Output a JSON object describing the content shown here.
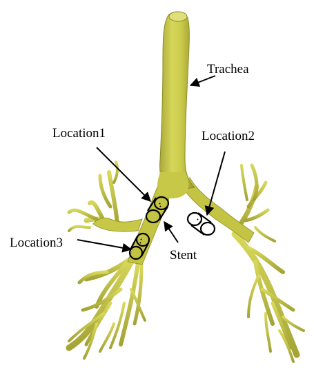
{
  "labels": {
    "trachea": "Trachea",
    "location1": "Location1",
    "location2": "Location2",
    "location3": "Location3",
    "stent": "Stent"
  },
  "colors": {
    "airway": "#cccc4c",
    "airway_shade": "#9a9a2e",
    "airway_highlight": "#e4e48a",
    "outline": "#000000",
    "background": "#ffffff"
  }
}
